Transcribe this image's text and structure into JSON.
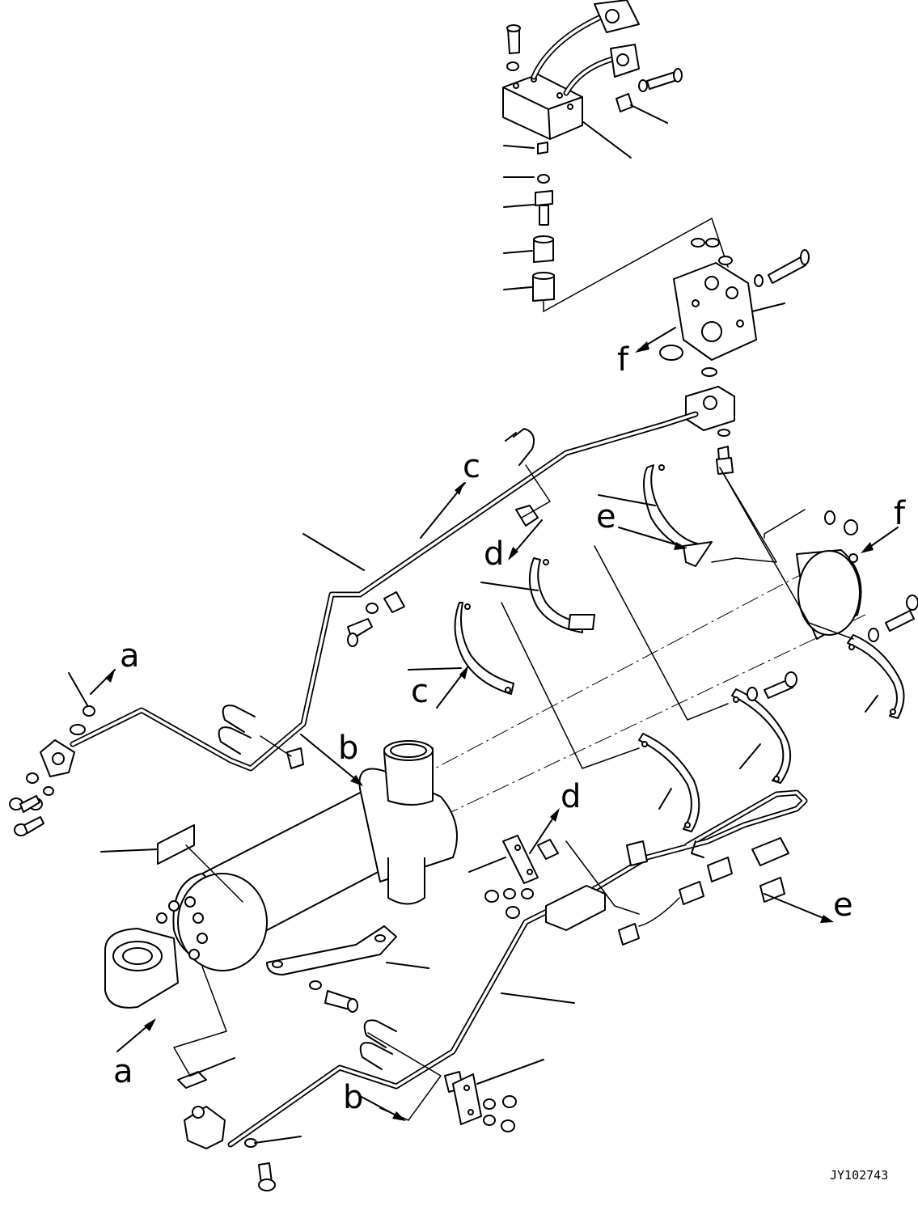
{
  "callouts": {
    "a": "a",
    "b": "b",
    "c": "c",
    "d": "d",
    "e": "e",
    "f": "f"
  },
  "drawing_code": "JY102743"
}
